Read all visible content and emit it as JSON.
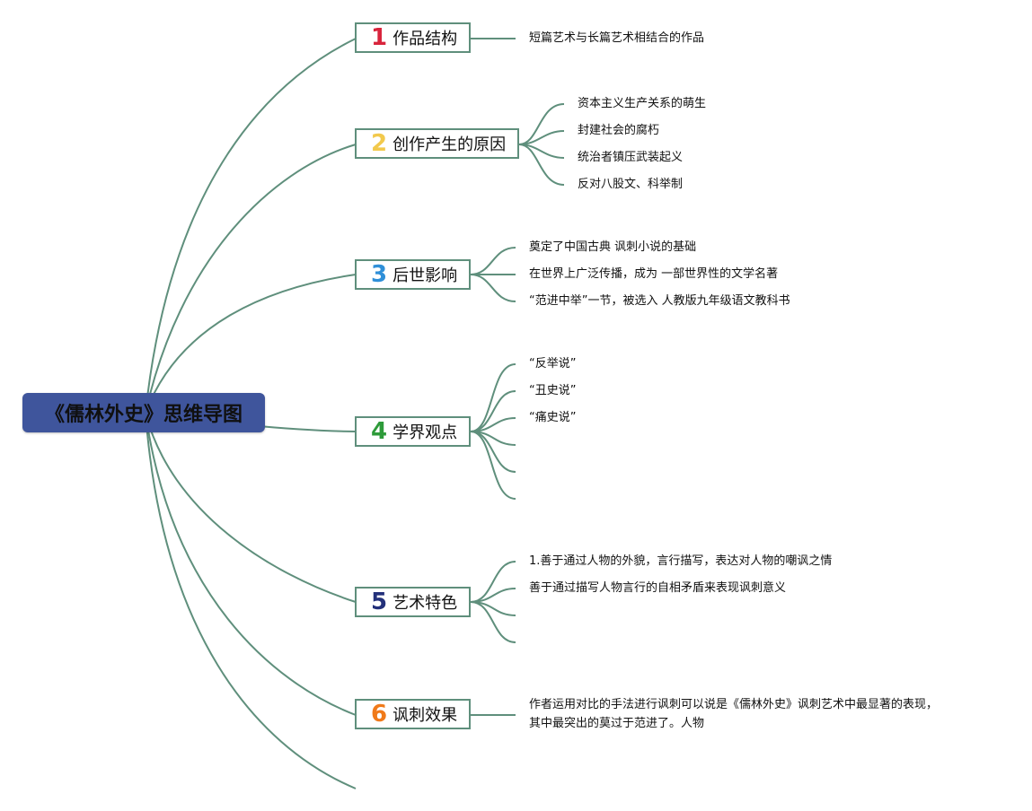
{
  "root": {
    "title": "《儒林外史》思维导图"
  },
  "colors": {
    "connector": "#5f8f7c",
    "root_bg": "#3f559c",
    "num1": "#d8243c",
    "num2": "#f2c94c",
    "num3": "#2f8fd8",
    "num4": "#2e9b3a",
    "num5": "#23307a",
    "num6": "#f07a1a"
  },
  "branches": [
    {
      "number": "1",
      "label": "作品结构",
      "items": [
        "短篇艺术与长篇艺术相结合的作品"
      ]
    },
    {
      "number": "2",
      "label": "创作产生的原因",
      "items": [
        "资本主义生产关系的萌生",
        "封建社会的腐朽",
        "统治者镇压武装起义",
        "反对八股文、科举制"
      ]
    },
    {
      "number": "3",
      "label": "后世影响",
      "items": [
        "奠定了中国古典 讽刺小说的基础",
        "在世界上广泛传播，成为 一部世界性的文学名著",
        "“范进中举”一节，被选入 人教版九年级语文教科书"
      ]
    },
    {
      "number": "4",
      "label": "学界观点",
      "items": [
        "“反举说”",
        "“丑史说”",
        "“痛史说”",
        "",
        "",
        ""
      ]
    },
    {
      "number": "5",
      "label": "艺术特色",
      "items": [
        "1.善于通过人物的外貌，言行描写，表达对人物的嘲讽之情",
        "善于通过描写人物言行的自相矛盾来表现讽刺意义",
        "",
        ""
      ]
    },
    {
      "number": "6",
      "label": "讽刺效果",
      "items": [
        "作者运用对比的手法进行讽刺可以说是《儒林外史》讽刺艺术中最显著的表现，",
        "其中最突出的莫过于范进了。人物"
      ]
    }
  ]
}
